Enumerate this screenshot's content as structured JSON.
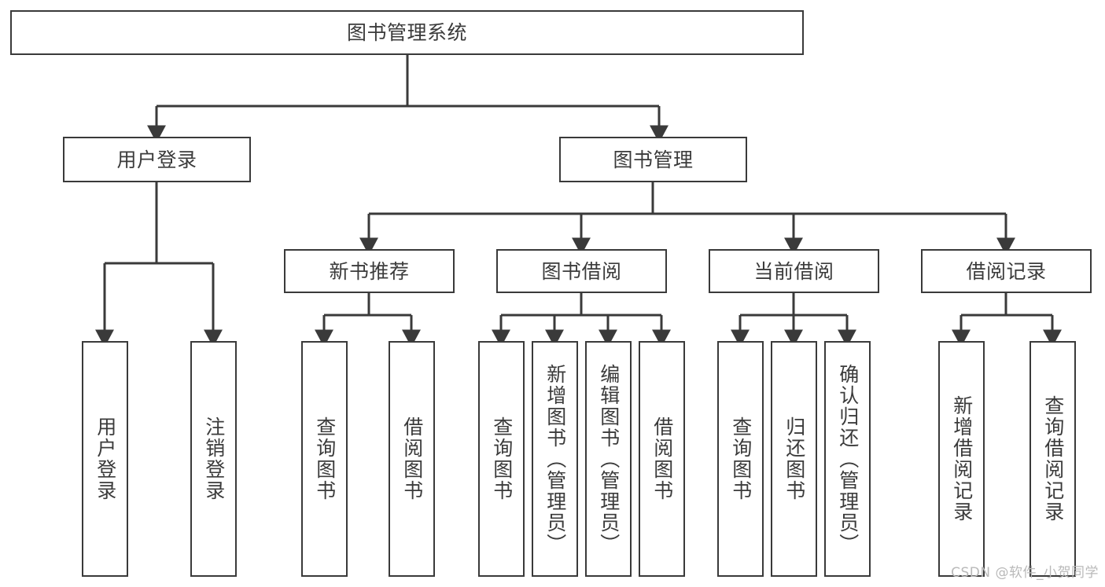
{
  "diagram": {
    "title": "图书管理系统",
    "watermark": "CSDN @软件_小贺同学",
    "accent_color": "#3a3a3a",
    "text_color": "#3b3b3b",
    "background": "#ffffff",
    "nodes": {
      "root": "图书管理系统",
      "level1": [
        "用户登录",
        "图书管理"
      ],
      "level2": [
        "新书推荐",
        "图书借阅",
        "当前借阅",
        "借阅记录"
      ],
      "leaves": {
        "user_login": [
          "用户登录",
          "注销登录"
        ],
        "new_book_recommend": [
          "查询图书",
          "借阅图书"
        ],
        "book_borrow": [
          "查询图书",
          "新增图书（管理员）",
          "编辑图书（管理员）",
          "借阅图书"
        ],
        "current_borrow": [
          "查询图书",
          "归还图书",
          "确认归还（管理员）"
        ],
        "borrow_record": [
          "新增借阅记录",
          "查询借阅记录"
        ]
      }
    }
  }
}
